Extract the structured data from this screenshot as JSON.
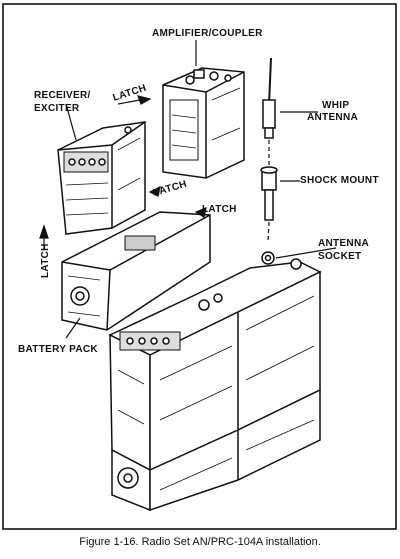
{
  "labels": {
    "amplifier_coupler": "AMPLIFIER/COUPLER",
    "receiver_exciter_line1": "RECEIVER/",
    "receiver_exciter_line2": "EXCITER",
    "latch_top": "LATCH",
    "latch_mid": "LATCH",
    "latch_right": "LATCH",
    "latch_left": "LATCH",
    "whip_antenna_line1": "WHIP",
    "whip_antenna_line2": "ANTENNA",
    "shock_mount": "SHOCK MOUNT",
    "antenna_socket_line1": "ANTENNA",
    "antenna_socket_line2": "SOCKET",
    "battery_pack": "BATTERY PACK"
  },
  "caption": "Figure 1-16.  Radio Set AN/PRC-104A installation.",
  "colors": {
    "ink": "#111111",
    "paper": "#ffffff",
    "shade": "#bdbdbd"
  }
}
